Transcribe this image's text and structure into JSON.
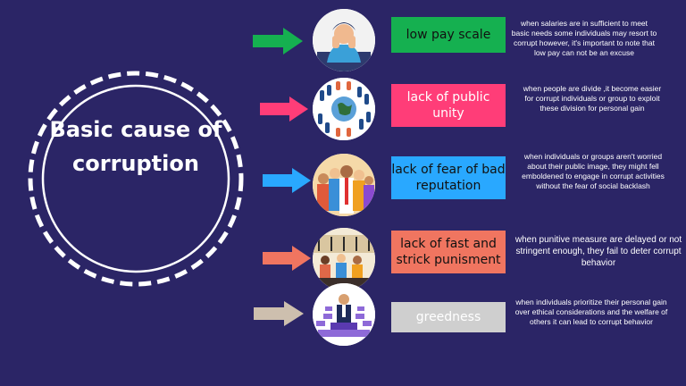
{
  "title": "Basic cause of corruption",
  "colors": {
    "background": "#2b2566",
    "green": "#15b050",
    "pink": "#ff3d78",
    "blue": "#29a8ff",
    "salmon": "#f07560",
    "grey": "#cfcfcf"
  },
  "causes": [
    {
      "label": "low pay scale",
      "description": "when salaries are in sufficient to meet basic needs some individuals may resort to corrupt however, it's important to note that low pay can not be an excuse",
      "icon": "stressed-worker-photo"
    },
    {
      "label": "lack of public unity",
      "description": "when people are divide ,it become easier for corrupt individuals or group to exploit these division for personal gain",
      "icon": "divided-crowd-photo"
    },
    {
      "label": "lack of fear of bad reputation",
      "description": "when individuals or groups aren't worried about their public image, they might fell emboldened to engage in corrupt activities without the fear of social backlash",
      "icon": "crowd-photo"
    },
    {
      "label": "lack of fast and strick punisment",
      "description": "when punitive measure are delayed or not stringent enough, they fail to deter corrupt behavior",
      "icon": "classroom-photo"
    },
    {
      "label": "greedness",
      "description": "when individuals prioritize their personal gain over ethical considerations and the welfare of others it can lead to corrupt behavior",
      "icon": "money-man-photo"
    }
  ]
}
